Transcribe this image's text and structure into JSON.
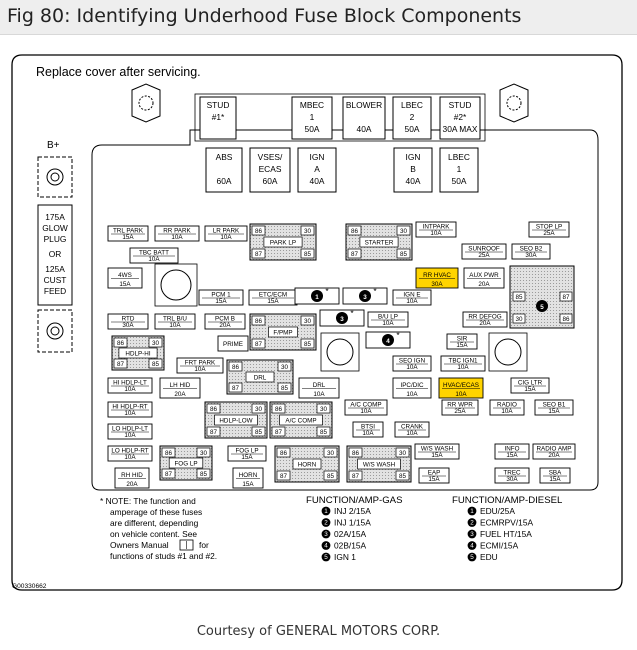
{
  "title": "Fig 80: Identifying Underhood Fuse Block Components",
  "replace_note": "Replace cover after servicing.",
  "b_plus": "B+",
  "glow_plug_label": {
    "l1": "175A",
    "l2": "GLOW",
    "l3": "PLUG",
    "l4": "OR",
    "l5": "125A",
    "l6": "CUST",
    "l7": "FEED"
  },
  "maxi_top": [
    {
      "lines": [
        "STUD",
        "#1*"
      ]
    },
    {
      "lines": [
        "MBEC",
        "1",
        "50A"
      ]
    },
    {
      "lines": [
        "BLOWER",
        "",
        "40A"
      ]
    },
    {
      "lines": [
        "LBEC",
        "2",
        "50A"
      ]
    },
    {
      "lines": [
        "STUD",
        "#2*",
        "30A MAX"
      ]
    }
  ],
  "maxi_second": [
    {
      "lines": [
        "ABS",
        "",
        "60A"
      ]
    },
    {
      "lines": [
        "VSES/",
        "ECAS",
        "60A"
      ]
    },
    {
      "lines": [
        "IGN",
        "A",
        "40A"
      ]
    },
    {
      "lines": [
        "IGN",
        "B",
        "40A"
      ]
    },
    {
      "lines": [
        "LBEC",
        "1",
        "50A"
      ]
    }
  ],
  "fuses": [
    {
      "n": "TRL PARK",
      "a": "15A"
    },
    {
      "n": "RR PARK",
      "a": "10A"
    },
    {
      "n": "LR PARK",
      "a": "10A"
    },
    {
      "n": "TBC BATT",
      "a": "10A"
    },
    {
      "n": "4WS",
      "a": "15A"
    },
    {
      "n": "PCM 1",
      "a": "15A"
    },
    {
      "n": "ETC/ECM",
      "a": "15A"
    },
    {
      "n": "RTD",
      "a": "30A"
    },
    {
      "n": "TRL B/U",
      "a": "10A"
    },
    {
      "n": "PCM B",
      "a": "20A"
    },
    {
      "n": "PRIME",
      "a": ""
    },
    {
      "n": "FRT PARK",
      "a": "10A"
    },
    {
      "n": "HI HDLP-LT",
      "a": "10A"
    },
    {
      "n": "LH HID",
      "a": "20A"
    },
    {
      "n": "DRL",
      "a": "10A"
    },
    {
      "n": "HI HDLP-RT",
      "a": "10A"
    },
    {
      "n": "LO HDLP-LT",
      "a": "10A"
    },
    {
      "n": "LO HDLP-RT",
      "a": "10A"
    },
    {
      "n": "RH HID",
      "a": "20A"
    },
    {
      "n": "FOG LP",
      "a": "15A"
    },
    {
      "n": "HORN",
      "a": "15A"
    },
    {
      "n": "INTPARK",
      "a": "10A"
    },
    {
      "n": "STOP LP",
      "a": "25A"
    },
    {
      "n": "SUNROOF",
      "a": "25A"
    },
    {
      "n": "SEO B2",
      "a": "30A"
    },
    {
      "n": "RR HVAC",
      "a": "30A"
    },
    {
      "n": "AUX PWR",
      "a": "20A"
    },
    {
      "n": "IGN E",
      "a": "10A"
    },
    {
      "n": "B/U LP",
      "a": "10A"
    },
    {
      "n": "RR DEFOG",
      "a": "20A"
    },
    {
      "n": "SIR",
      "a": "15A"
    },
    {
      "n": "SEO IGN",
      "a": "10A"
    },
    {
      "n": "TBC IGN1",
      "a": "10A"
    },
    {
      "n": "IPC/DIC",
      "a": "10A"
    },
    {
      "n": "HVAC/ECAS",
      "a": "10A"
    },
    {
      "n": "CIG LTR",
      "a": "15A"
    },
    {
      "n": "A/C COMP",
      "a": "10A"
    },
    {
      "n": "RR WPR",
      "a": "25A"
    },
    {
      "n": "RADIO",
      "a": "10A"
    },
    {
      "n": "SEO B1",
      "a": "15A"
    },
    {
      "n": "BTSI",
      "a": "10A"
    },
    {
      "n": "CRANK",
      "a": "10A"
    },
    {
      "n": "W/S WASH",
      "a": "15A"
    },
    {
      "n": "INFO",
      "a": "15A"
    },
    {
      "n": "RADIO AMP",
      "a": "20A"
    },
    {
      "n": "EAP",
      "a": "15A"
    },
    {
      "n": "TREC",
      "a": "30A"
    },
    {
      "n": "SBA",
      "a": "15A"
    }
  ],
  "relays": [
    {
      "n": "PARK LP"
    },
    {
      "n": "STARTER"
    },
    {
      "n": "F/PMP"
    },
    {
      "n": "HDLP-HI"
    },
    {
      "n": "DRL"
    },
    {
      "n": "HDLP-LOW"
    },
    {
      "n": "A/C COMP"
    },
    {
      "n": "FOG LP"
    },
    {
      "n": "HORN"
    },
    {
      "n": "W/S WASH"
    }
  ],
  "relay_pins": {
    "p86": "86",
    "p30": "30",
    "p87": "87",
    "p85": "85"
  },
  "circled": [
    "1",
    "2",
    "3",
    "4",
    "5"
  ],
  "note": {
    "l1": "* NOTE:  The function and",
    "l2": "amperage of these fuses",
    "l3": "are different, depending",
    "l4": "on vehicle content.  See",
    "l5": "Owners Manual",
    "l5b": "for",
    "l6": "functions of studs #1 and #2."
  },
  "gas": {
    "header": "FUNCTION/AMP-GAS",
    "items": [
      "INJ 2/15A",
      "INJ 1/15A",
      "02A/15A",
      "02B/15A",
      "IGN 1"
    ]
  },
  "diesel": {
    "header": "FUNCTION/AMP-DIESEL",
    "items": [
      "EDU/25A",
      "ECMRPV/15A",
      "FUEL HT/15A",
      "ECMI/15A",
      "EDU"
    ]
  },
  "code": "G00330662",
  "courtesy": "Courtesy of GENERAL MOTORS CORP.",
  "colors": {
    "highlight": "#ffd400",
    "shaded": "#d4d4d4"
  }
}
